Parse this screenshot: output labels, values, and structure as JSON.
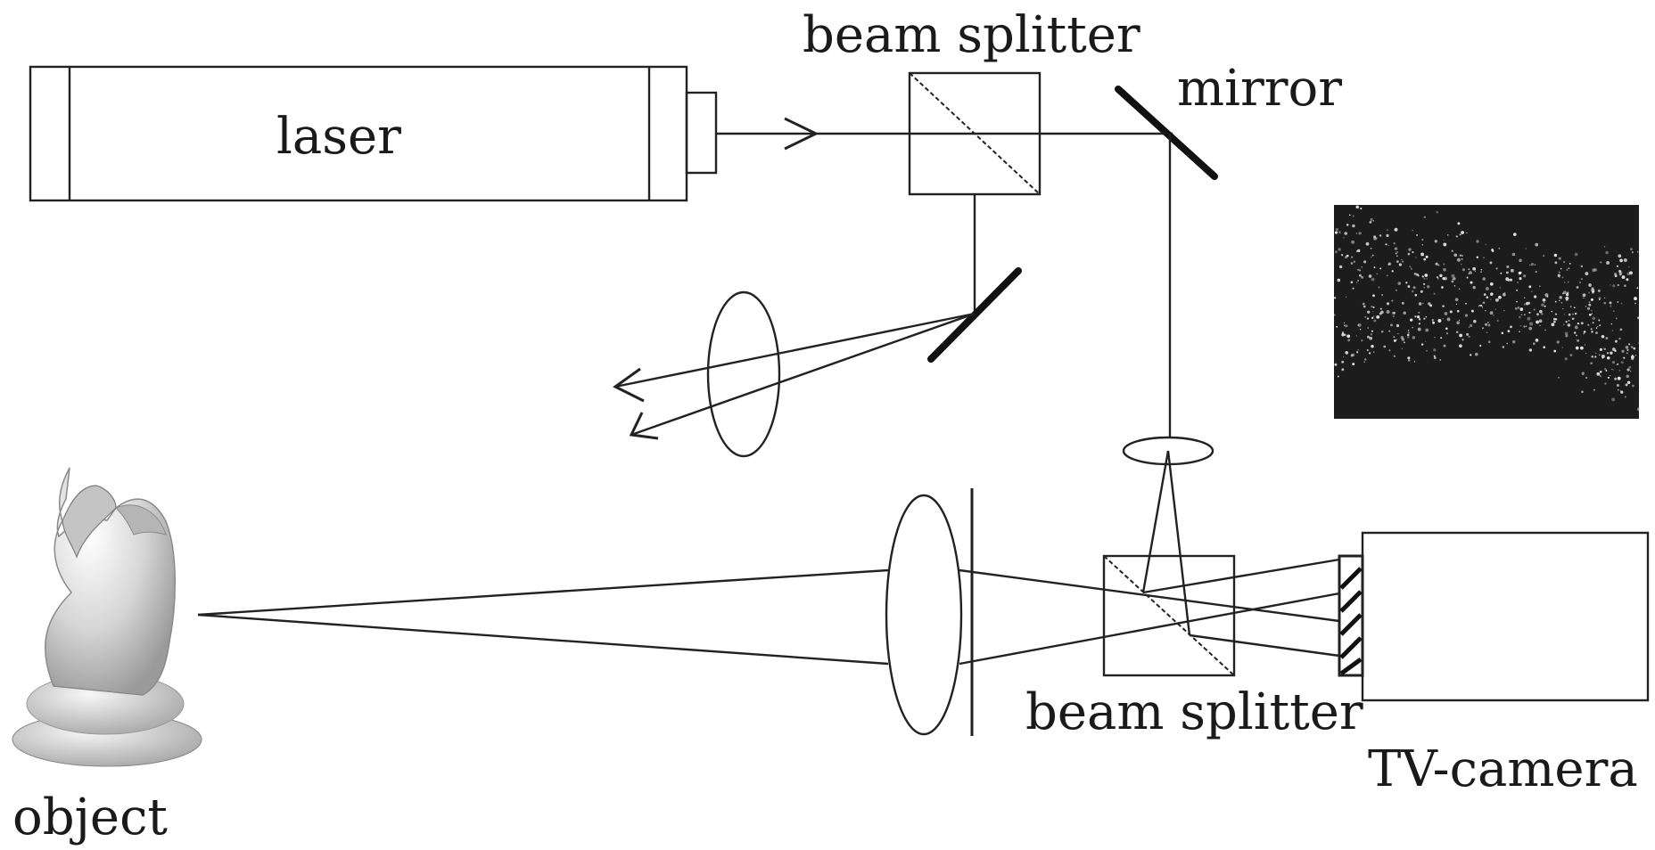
{
  "labels": {
    "laser": "laser",
    "beam_splitter_top": "beam splitter",
    "mirror": "mirror",
    "beam_splitter_bottom": "beam splitter",
    "tv_camera": "TV-camera",
    "object": "object"
  },
  "colors": {
    "line": "#222222",
    "background": "#ffffff",
    "speckle_bg": "#1c1c1c",
    "speckle_dot": "#e8e8e8"
  }
}
